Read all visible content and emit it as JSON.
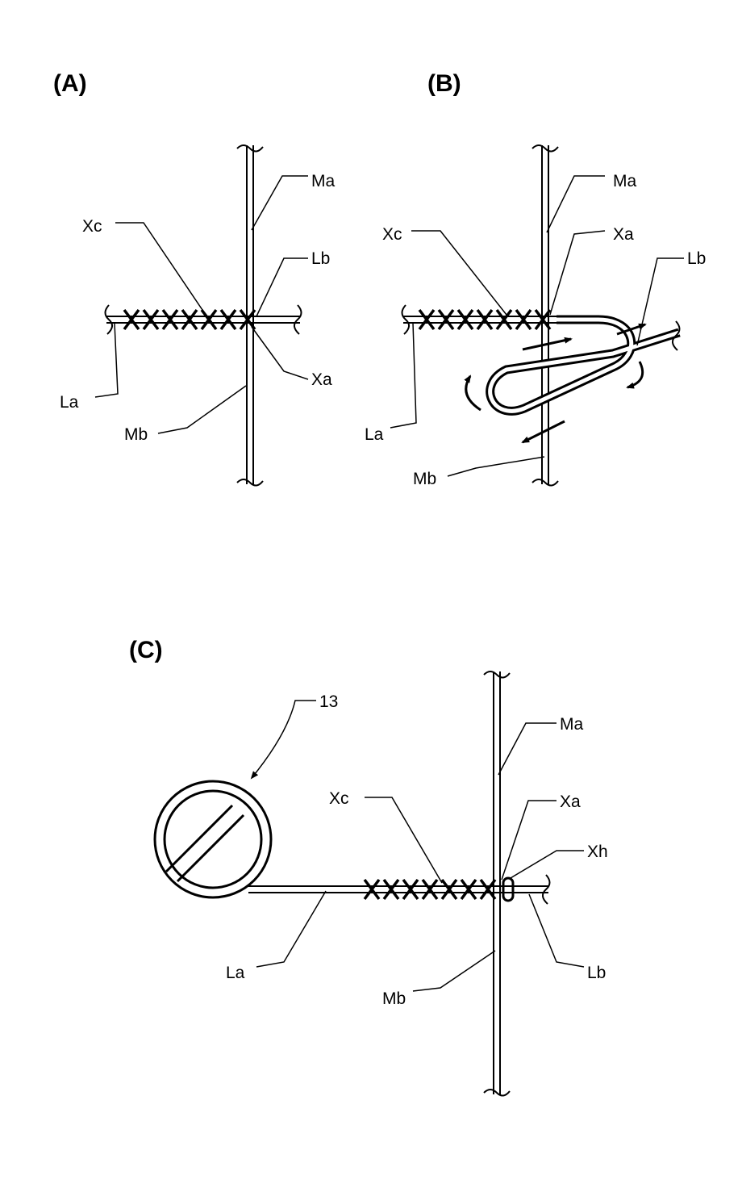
{
  "panels": {
    "a": {
      "title": "(A)",
      "labels": {
        "ma": "Ma",
        "xc": "Xc",
        "lb": "Lb",
        "xa": "Xa",
        "la": "La",
        "mb": "Mb"
      }
    },
    "b": {
      "title": "(B)",
      "labels": {
        "ma": "Ma",
        "xc": "Xc",
        "xa": "Xa",
        "lb": "Lb",
        "la": "La",
        "mb": "Mb"
      }
    },
    "c": {
      "title": "(C)",
      "labels": {
        "ref": "13",
        "ma": "Ma",
        "xc": "Xc",
        "xa": "Xa",
        "xh": "Xh",
        "la": "La",
        "lb": "Lb",
        "mb": "Mb"
      }
    }
  }
}
